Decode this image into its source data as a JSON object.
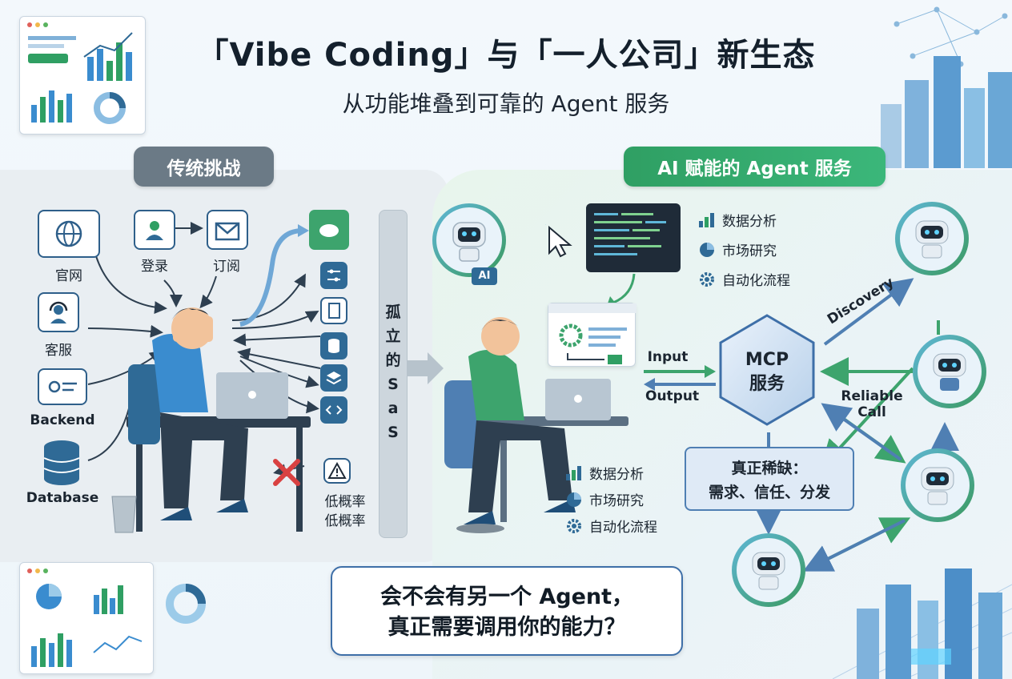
{
  "header": {
    "title": "「Vibe Coding」与「一人公司」新生态",
    "subtitle": "从功能堆叠到可靠的 Agent 服务"
  },
  "left": {
    "heading": "传统挑战",
    "items": {
      "website": "官网",
      "login": "登录",
      "subscribe": "订阅",
      "support": "客服",
      "backend": "Backend",
      "database": "Database",
      "low_prob_1": "低概率",
      "low_prob_2": "低概率"
    },
    "saas_label": [
      "孤",
      "立",
      "的",
      "S",
      "a",
      "S"
    ]
  },
  "right": {
    "heading": "AI 赋能的 Agent 服务",
    "robot_badge": "AI",
    "features_top": [
      "数据分析",
      "市场研究",
      "自动化流程"
    ],
    "features_bottom": [
      "数据分析",
      "市场研究",
      "自动化流程"
    ],
    "flow": {
      "input": "Input",
      "output": "Output",
      "discovery": "Discovery",
      "reliable_call": "Reliable Call"
    },
    "mcp": [
      "MCP",
      "服务"
    ],
    "scarce": [
      "真正稀缺：",
      "需求、信任、分发"
    ],
    "question": [
      "会不会有另一个 Agent，",
      "真正需要调用你的能力？"
    ]
  },
  "colors": {
    "left_pill": "#6b7a86",
    "right_pill": "#2f9f63",
    "dark_blue": "#2f6a96",
    "green": "#3bb77a"
  }
}
